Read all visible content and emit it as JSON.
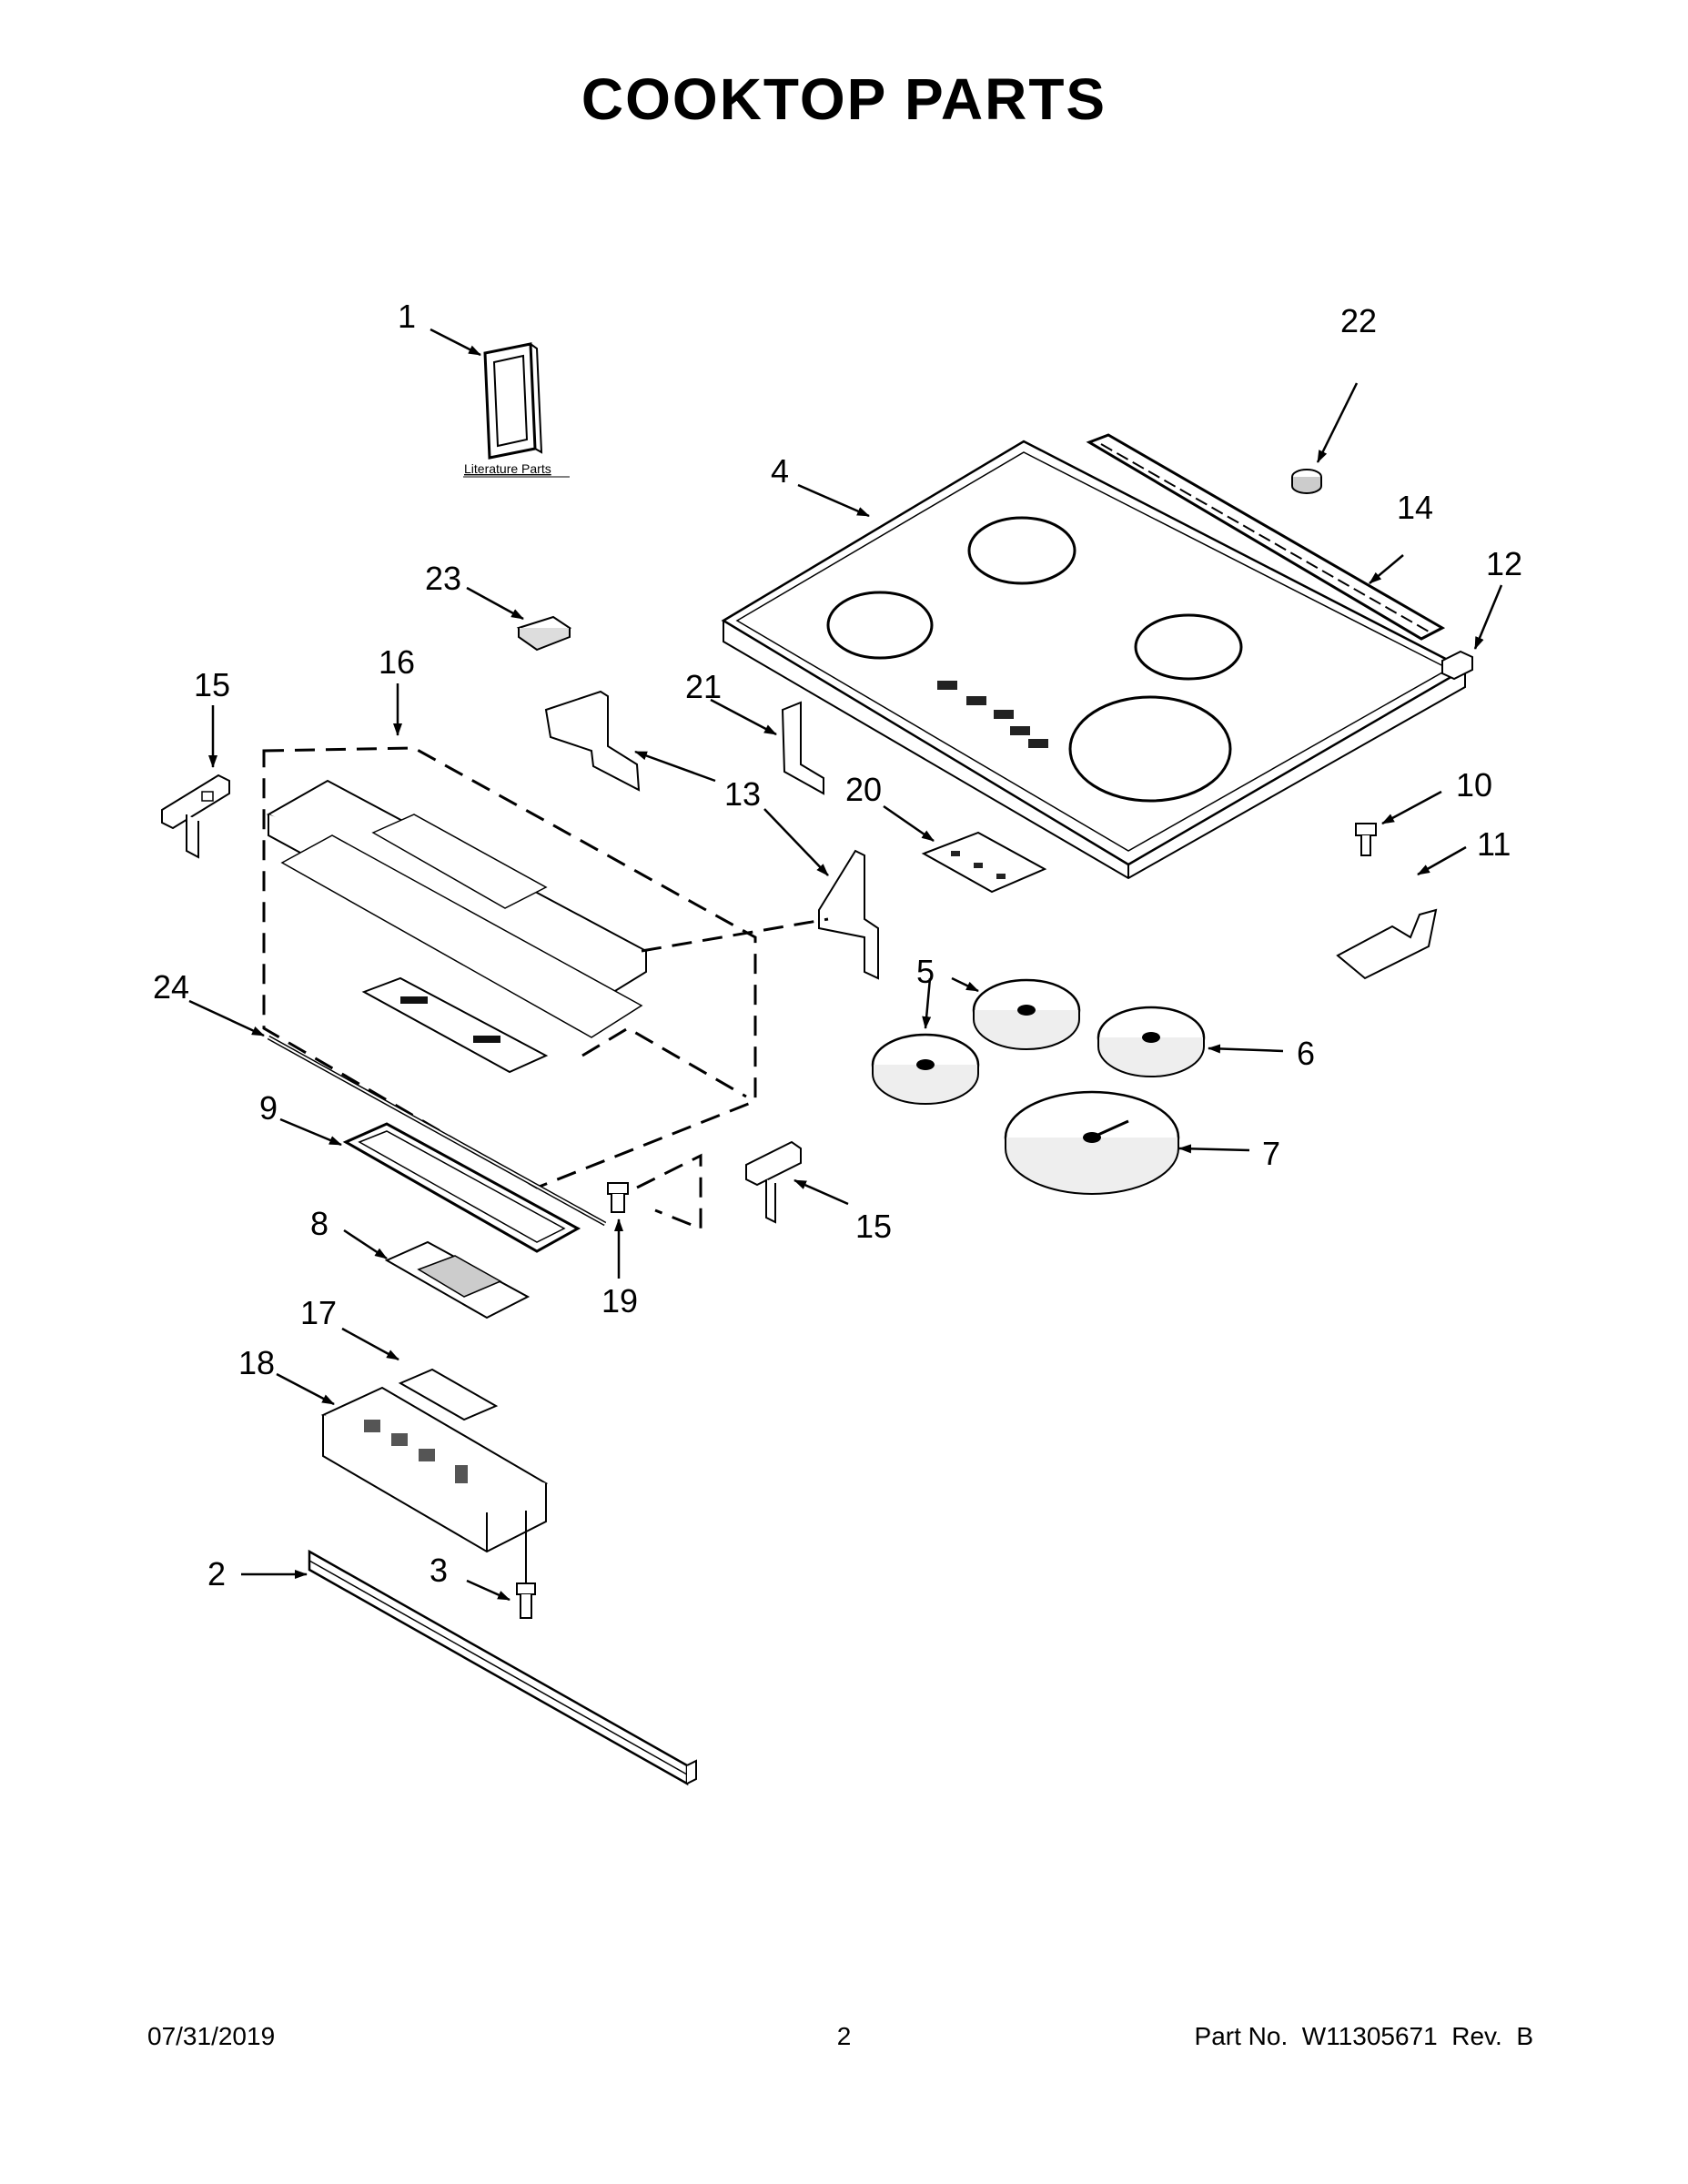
{
  "title": "COOKTOP PARTS",
  "literature_label": "Literature Parts",
  "callouts": {
    "c1": "1",
    "c2": "2",
    "c3": "3",
    "c4": "4",
    "c5": "5",
    "c6": "6",
    "c7": "7",
    "c8": "8",
    "c9": "9",
    "c10": "10",
    "c11": "11",
    "c12": "12",
    "c13": "13",
    "c14": "14",
    "c15a": "15",
    "c15b": "15",
    "c16": "16",
    "c17": "17",
    "c18": "18",
    "c19": "19",
    "c20": "20",
    "c21": "21",
    "c22": "22",
    "c23": "23",
    "c24": "24"
  },
  "footer": {
    "date": "07/31/2019",
    "page": "2",
    "part_no": "Part No.  W11305671  Rev.  B"
  }
}
